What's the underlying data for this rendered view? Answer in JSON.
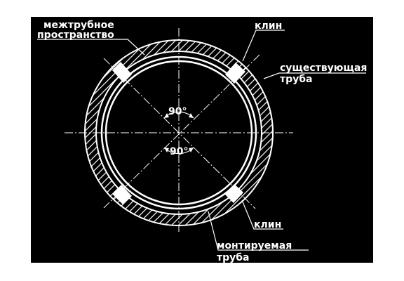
{
  "labels": {
    "annulus_line1": "межтрубное",
    "annulus_line2": "пространство",
    "wedge_top": "клин",
    "existing_pipe_line1": "существующая",
    "existing_pipe_line2": "труба",
    "wedge_bottom": "клин",
    "installed_pipe_line1": "монтируемая",
    "installed_pipe_line2": "труба",
    "angle_upper": "90°",
    "angle_lower": "90°"
  },
  "colors": {
    "background": "#000000",
    "lines": "#ffffff"
  }
}
